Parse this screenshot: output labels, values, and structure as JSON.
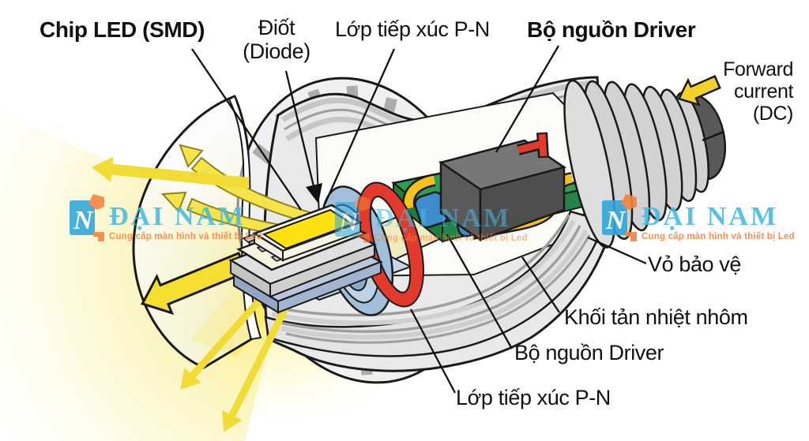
{
  "title": "LED bulb cutaway structure diagram",
  "labels": {
    "chip_led": "Chip LED (SMD)",
    "diot_line1": "Điốt",
    "diot_line2": "(Diode)",
    "pn_top": "Lớp tiếp xúc P-N",
    "driver_top": "Bộ nguồn Driver",
    "forward_line1": "Forward",
    "forward_line2": "current",
    "forward_line3": "(DC)",
    "vo_bao_ve": "Vỏ bảo vệ",
    "heatsink": "Khối tản nhiệt nhôm",
    "driver_bottom": "Bộ nguồn Driver",
    "pn_bottom": "Lớp tiếp xúc P-N"
  },
  "watermark": {
    "brand": "ĐẠI NAM",
    "tagline": "Cung cấp màn hình và thiết bị Led",
    "brand_color": "#45BCE4",
    "tagline_color": "#F5823C",
    "logo_blue": "#2EA7DB",
    "logo_orange": "#F5823C"
  },
  "colors": {
    "light_yellow": "#F7EA6B",
    "arrow_yellow": "#F2DC2E",
    "led_chip_yellow": "#FFE112",
    "pcb_green": "#2F9E52",
    "trace_yellow": "#F5C21B",
    "capacitor_blue": "#3E8CCB",
    "driver_gray": "#5A5A5A",
    "ring_red": "#E23B2E",
    "ring_blue": "#9FBFDA",
    "metal_gray": "#D2D2D2",
    "outline": "#1a1a1a"
  }
}
